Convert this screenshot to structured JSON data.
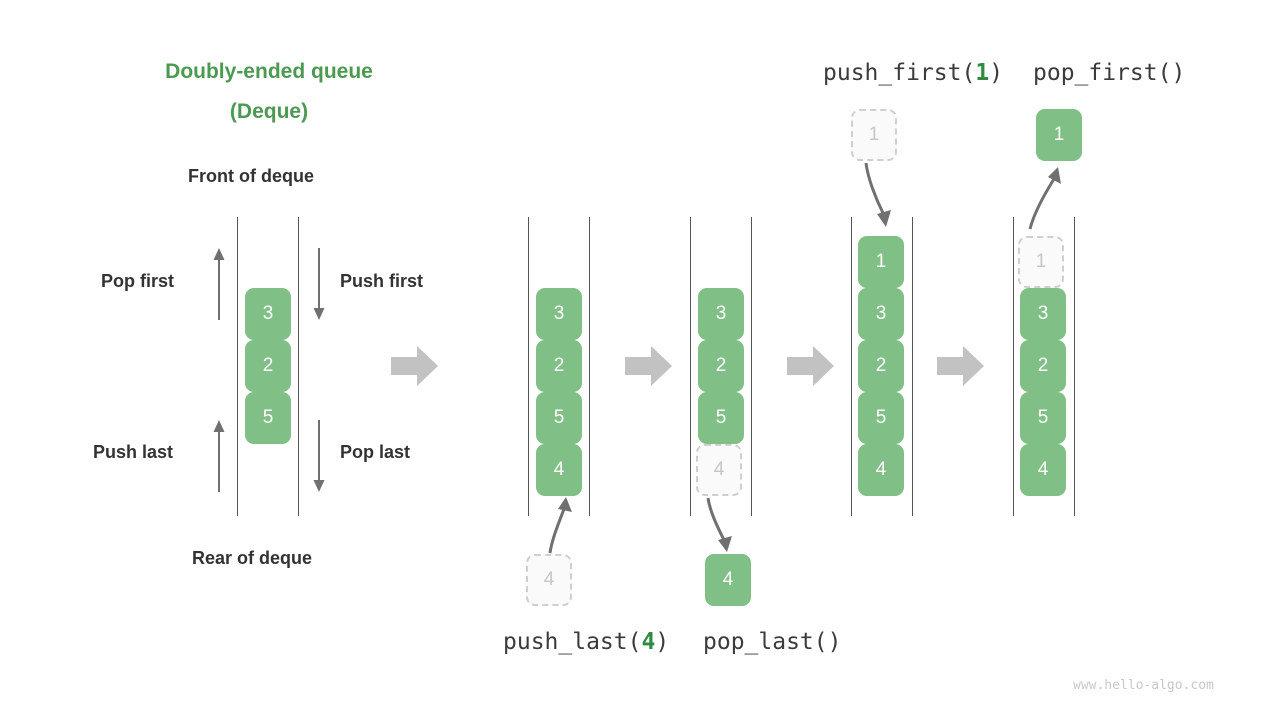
{
  "diagram": {
    "title_line1": "Doubly-ended queue",
    "title_line2": "(Deque)",
    "front_label": "Front of deque",
    "rear_label": "Rear of deque",
    "watermark": "www.hello-algo.com",
    "accent_green": "#4C9A51",
    "element_green": "#80BF85",
    "ghost_gray": "#cfcfcf",
    "block_arrow_gray": "#c2c2c2",
    "thin_arrow_gray": "#707070"
  },
  "operations": {
    "pop_first": "Pop first",
    "push_first": "Push first",
    "push_last": "Push last",
    "pop_last": "Pop last"
  },
  "captions": {
    "push_last_prefix": "push_last(",
    "push_last_arg": "4",
    "push_last_suffix": ")",
    "pop_last": "pop_last()",
    "push_first_prefix": "push_first(",
    "push_first_arg": "1",
    "push_first_suffix": ")",
    "pop_first": "pop_first()"
  },
  "steps": [
    {
      "name": "initial-deque",
      "cells": [
        {
          "value": "3",
          "state": "solid"
        },
        {
          "value": "2",
          "state": "solid"
        },
        {
          "value": "5",
          "state": "solid"
        }
      ],
      "floating": []
    },
    {
      "name": "after-push-last",
      "cells": [
        {
          "value": "3",
          "state": "solid"
        },
        {
          "value": "2",
          "state": "solid"
        },
        {
          "value": "5",
          "state": "solid"
        },
        {
          "value": "4",
          "state": "solid"
        }
      ],
      "floating": [
        {
          "value": "4",
          "state": "ghost",
          "position": "below"
        }
      ]
    },
    {
      "name": "after-pop-last",
      "cells": [
        {
          "value": "3",
          "state": "solid"
        },
        {
          "value": "2",
          "state": "solid"
        },
        {
          "value": "5",
          "state": "solid"
        },
        {
          "value": "4",
          "state": "ghost"
        }
      ],
      "floating": [
        {
          "value": "4",
          "state": "solid",
          "position": "below"
        }
      ]
    },
    {
      "name": "after-push-first",
      "cells": [
        {
          "value": "1",
          "state": "solid"
        },
        {
          "value": "3",
          "state": "solid"
        },
        {
          "value": "2",
          "state": "solid"
        },
        {
          "value": "5",
          "state": "solid"
        },
        {
          "value": "4",
          "state": "solid"
        }
      ],
      "floating": [
        {
          "value": "1",
          "state": "ghost",
          "position": "above"
        }
      ]
    },
    {
      "name": "after-pop-first",
      "cells": [
        {
          "value": "1",
          "state": "ghost"
        },
        {
          "value": "3",
          "state": "solid"
        },
        {
          "value": "2",
          "state": "solid"
        },
        {
          "value": "5",
          "state": "solid"
        },
        {
          "value": "4",
          "state": "solid"
        }
      ],
      "floating": [
        {
          "value": "1",
          "state": "solid",
          "position": "above"
        }
      ]
    }
  ]
}
